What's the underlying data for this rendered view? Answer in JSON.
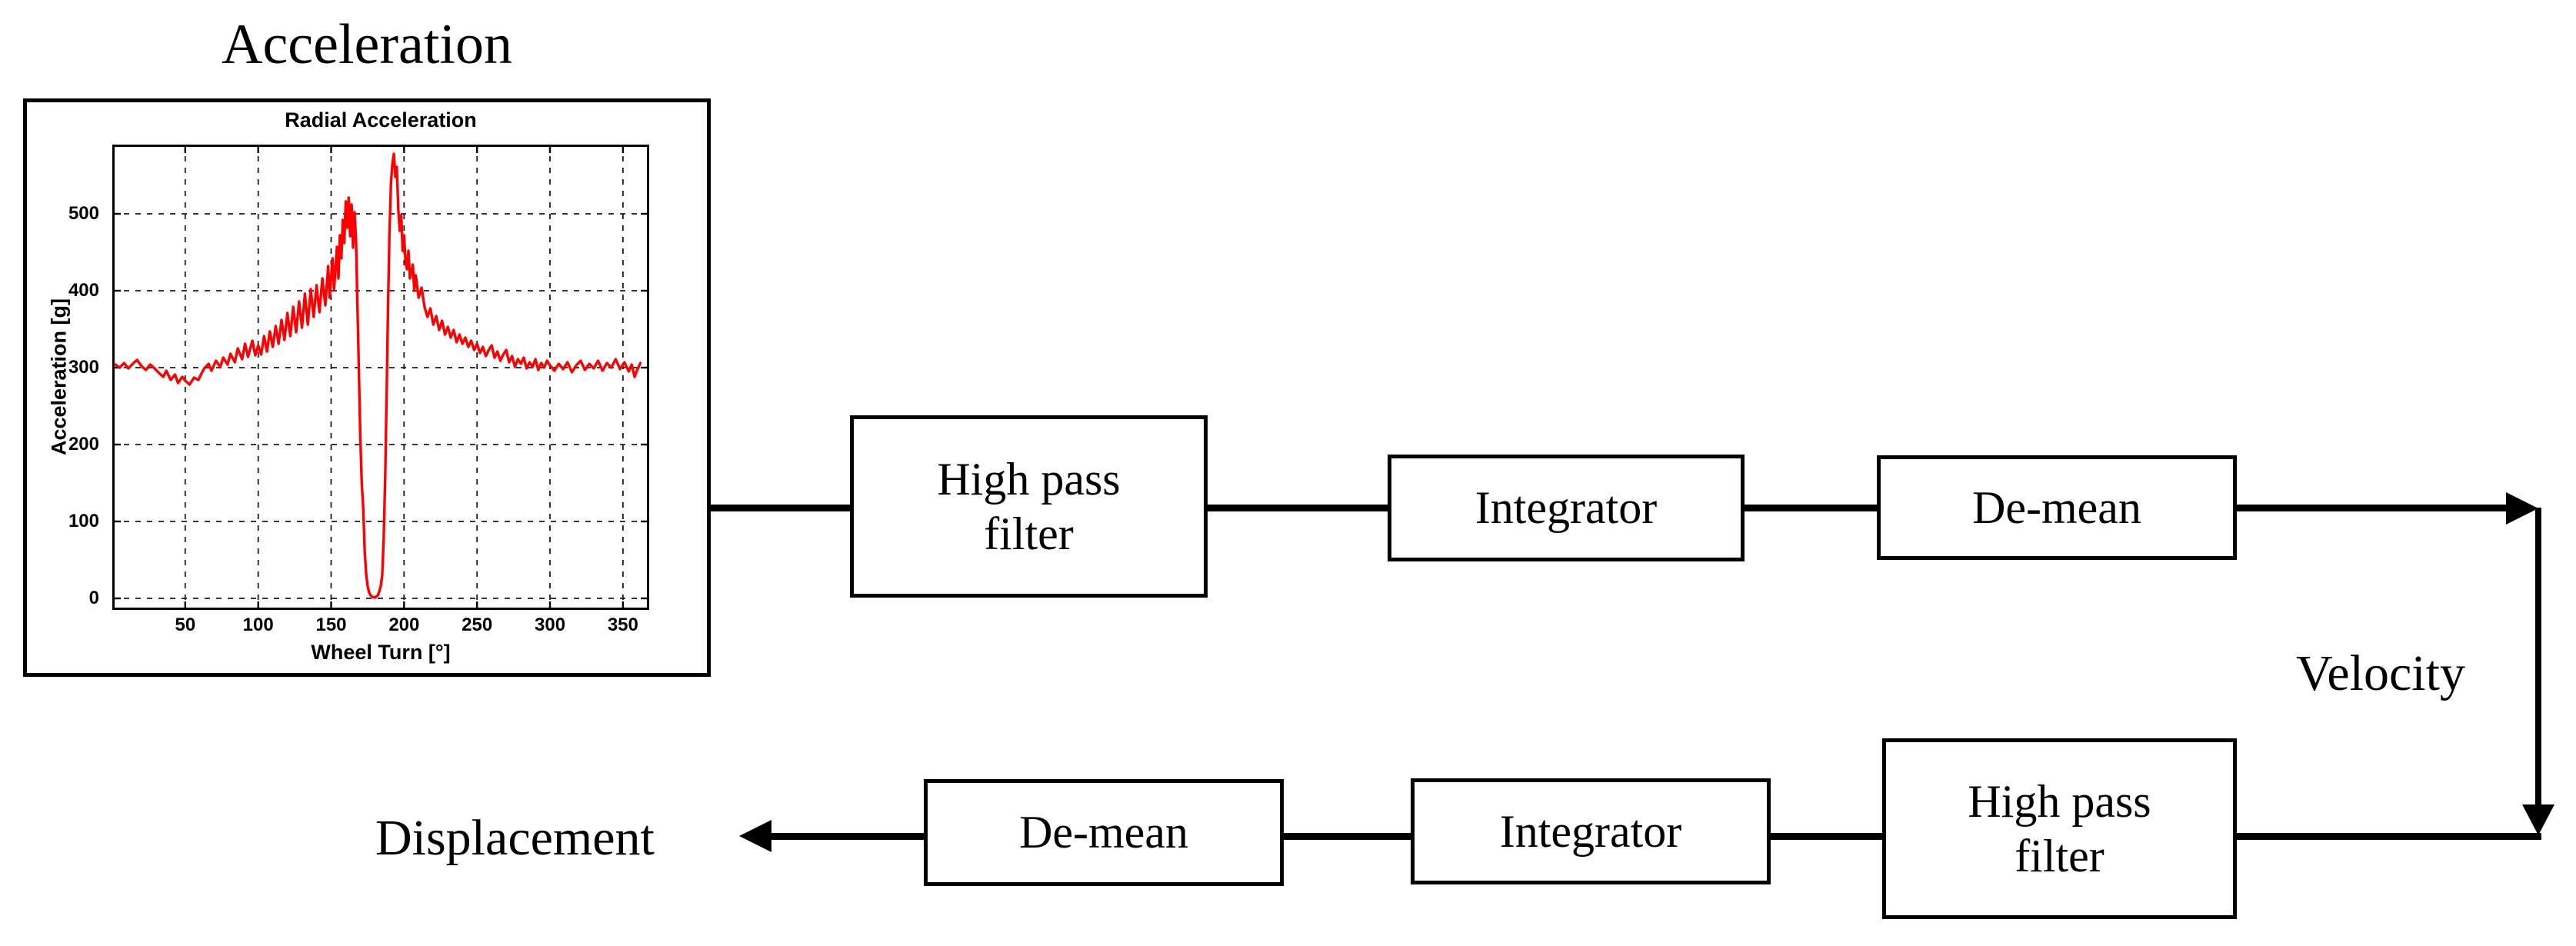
{
  "heading": {
    "label": "Acceleration"
  },
  "flow": {
    "top_row": {
      "hpf": {
        "line1": "High pass",
        "line2": "filter"
      },
      "integrator": {
        "label": "Integrator"
      },
      "demean": {
        "label": "De-mean"
      }
    },
    "bottom_row": {
      "hpf": {
        "line1": "High pass",
        "line2": "filter"
      },
      "integrator": {
        "label": "Integrator"
      },
      "demean": {
        "label": "De-mean"
      }
    },
    "labels": {
      "velocity": "Velocity",
      "displacement": "Displacement"
    },
    "line_color": "#000000"
  },
  "chart_data": {
    "type": "line",
    "title": "Radial Acceleration",
    "xlabel": "Wheel Turn [°]",
    "ylabel": "Acceleration [g]",
    "xticks": [
      50,
      100,
      150,
      200,
      250,
      300,
      350
    ],
    "yticks": [
      0,
      100,
      200,
      300,
      400,
      500
    ],
    "xlim": [
      0,
      368
    ],
    "ylim": [
      -15,
      590
    ],
    "grid": true,
    "legend": null,
    "line_color": "#ff0000",
    "series": [
      {
        "name": "Radial Acceleration",
        "points": [
          [
            2,
            304
          ],
          [
            5,
            300
          ],
          [
            8,
            306
          ],
          [
            11,
            299
          ],
          [
            14,
            305
          ],
          [
            17,
            310
          ],
          [
            20,
            302
          ],
          [
            23,
            297
          ],
          [
            26,
            304
          ],
          [
            29,
            299
          ],
          [
            32,
            293
          ],
          [
            35,
            288
          ],
          [
            37,
            296
          ],
          [
            40,
            284
          ],
          [
            43,
            291
          ],
          [
            45,
            280
          ],
          [
            48,
            288
          ],
          [
            50,
            283
          ],
          [
            53,
            278
          ],
          [
            56,
            287
          ],
          [
            59,
            284
          ],
          [
            61,
            292
          ],
          [
            63,
            299
          ],
          [
            66,
            305
          ],
          [
            68,
            296
          ],
          [
            71,
            309
          ],
          [
            74,
            301
          ],
          [
            76,
            313
          ],
          [
            79,
            304
          ],
          [
            81,
            318
          ],
          [
            84,
            307
          ],
          [
            86,
            325
          ],
          [
            89,
            311
          ],
          [
            91,
            331
          ],
          [
            93,
            314
          ],
          [
            96,
            335
          ],
          [
            98,
            316
          ],
          [
            100,
            329
          ],
          [
            102,
            317
          ],
          [
            104,
            341
          ],
          [
            106,
            321
          ],
          [
            108,
            347
          ],
          [
            110,
            327
          ],
          [
            112,
            354
          ],
          [
            114,
            331
          ],
          [
            116,
            362
          ],
          [
            118,
            336
          ],
          [
            120,
            371
          ],
          [
            122,
            341
          ],
          [
            124,
            379
          ],
          [
            126,
            346
          ],
          [
            128,
            386
          ],
          [
            130,
            352
          ],
          [
            132,
            396
          ],
          [
            134,
            356
          ],
          [
            136,
            402
          ],
          [
            138,
            366
          ],
          [
            140,
            407
          ],
          [
            142,
            372
          ],
          [
            144,
            416
          ],
          [
            146,
            381
          ],
          [
            148,
            432
          ],
          [
            149,
            391
          ],
          [
            151,
            442
          ],
          [
            152,
            402
          ],
          [
            154,
            457
          ],
          [
            155,
            416
          ],
          [
            156,
            472
          ],
          [
            157,
            442
          ],
          [
            158,
            492
          ],
          [
            159,
            462
          ],
          [
            160,
            516
          ],
          [
            161,
            482
          ],
          [
            162,
            521
          ],
          [
            163,
            471
          ],
          [
            164,
            512
          ],
          [
            165,
            456
          ],
          [
            166,
            502
          ],
          [
            167,
            468
          ],
          [
            168,
            380
          ],
          [
            169,
            300
          ],
          [
            170,
            210
          ],
          [
            171,
            150
          ],
          [
            172,
            118
          ],
          [
            173,
            62
          ],
          [
            174,
            32
          ],
          [
            175,
            16
          ],
          [
            176,
            8
          ],
          [
            177,
            4
          ],
          [
            178,
            2
          ],
          [
            180,
            1
          ],
          [
            182,
            4
          ],
          [
            183,
            9
          ],
          [
            184,
            16
          ],
          [
            185,
            30
          ],
          [
            186,
            78
          ],
          [
            187,
            152
          ],
          [
            188,
            262
          ],
          [
            189,
            382
          ],
          [
            190,
            478
          ],
          [
            191,
            540
          ],
          [
            192,
            566
          ],
          [
            193,
            578
          ],
          [
            194,
            548
          ],
          [
            195,
            561
          ],
          [
            196,
            506
          ],
          [
            197,
            478
          ],
          [
            198,
            498
          ],
          [
            199,
            452
          ],
          [
            200,
            472
          ],
          [
            201,
            438
          ],
          [
            202,
            428
          ],
          [
            203,
            452
          ],
          [
            204,
            416
          ],
          [
            206,
            434
          ],
          [
            207,
            400
          ],
          [
            208,
            420
          ],
          [
            210,
            391
          ],
          [
            212,
            404
          ],
          [
            214,
            379
          ],
          [
            216,
            366
          ],
          [
            218,
            377
          ],
          [
            220,
            356
          ],
          [
            222,
            367
          ],
          [
            224,
            349
          ],
          [
            226,
            361
          ],
          [
            228,
            343
          ],
          [
            230,
            353
          ],
          [
            232,
            339
          ],
          [
            234,
            349
          ],
          [
            236,
            333
          ],
          [
            238,
            343
          ],
          [
            240,
            331
          ],
          [
            242,
            339
          ],
          [
            244,
            327
          ],
          [
            246,
            335
          ],
          [
            248,
            323
          ],
          [
            250,
            331
          ],
          [
            252,
            319
          ],
          [
            254,
            327
          ],
          [
            256,
            315
          ],
          [
            258,
            323
          ],
          [
            260,
            329
          ],
          [
            262,
            313
          ],
          [
            264,
            321
          ],
          [
            266,
            309
          ],
          [
            268,
            317
          ],
          [
            270,
            323
          ],
          [
            272,
            307
          ],
          [
            274,
            315
          ],
          [
            276,
            301
          ],
          [
            278,
            311
          ],
          [
            280,
            305
          ],
          [
            282,
            313
          ],
          [
            284,
            299
          ],
          [
            286,
            307
          ],
          [
            288,
            301
          ],
          [
            290,
            311
          ],
          [
            292,
            297
          ],
          [
            294,
            306
          ],
          [
            296,
            300
          ],
          [
            298,
            309
          ],
          [
            300,
            303
          ],
          [
            303,
            296
          ],
          [
            306,
            305
          ],
          [
            309,
            298
          ],
          [
            312,
            307
          ],
          [
            315,
            294
          ],
          [
            318,
            303
          ],
          [
            321,
            309
          ],
          [
            324,
            297
          ],
          [
            327,
            305
          ],
          [
            330,
            299
          ],
          [
            333,
            309
          ],
          [
            336,
            296
          ],
          [
            339,
            306
          ],
          [
            342,
            300
          ],
          [
            345,
            311
          ],
          [
            348,
            298
          ],
          [
            351,
            307
          ],
          [
            354,
            295
          ],
          [
            356,
            304
          ],
          [
            358,
            288
          ],
          [
            360,
            298
          ],
          [
            362,
            306
          ]
        ]
      }
    ]
  }
}
